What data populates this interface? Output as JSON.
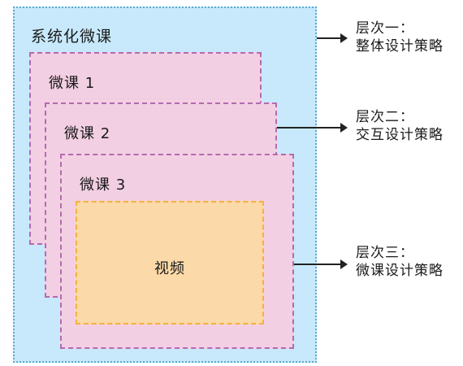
{
  "outer": {
    "title": "系统化微课"
  },
  "cards": [
    {
      "title": "微课 1"
    },
    {
      "title": "微课 2"
    },
    {
      "title": "微课 3"
    }
  ],
  "video": {
    "label": "视频"
  },
  "levels": [
    {
      "line1": "层次一：",
      "line2": "整体设计策略"
    },
    {
      "line1": "层次二：",
      "line2": "交互设计策略"
    },
    {
      "line1": "层次三：",
      "line2": "微课设计策略"
    }
  ],
  "colors": {
    "outer_fill": "#c7e9fb",
    "outer_border": "#5aa9cf",
    "card_fill": "#f3cfe3",
    "card_border": "#b46ab0",
    "video_fill": "#fcd9a8",
    "video_border": "#f3b23f",
    "arrow": "#222222"
  }
}
